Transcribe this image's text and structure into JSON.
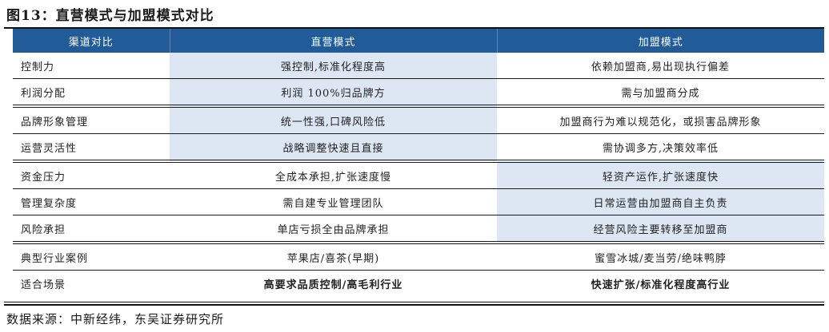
{
  "title": "图13：直营模式与加盟模式对比",
  "table": {
    "headers": [
      "渠道对比",
      "直营模式",
      "加盟模式"
    ],
    "rows": [
      {
        "label": "控制力",
        "direct": "强控制,标准化程度高",
        "franchise": "依赖加盟商,易出现执行偏差",
        "highlight": "direct"
      },
      {
        "label": "利润分配",
        "direct": "利润 100%归品牌方",
        "franchise": "需与加盟商分成",
        "highlight": "direct"
      },
      {
        "label": "品牌形象管理",
        "direct": "统一性强,口碑风险低",
        "franchise": "加盟商行为难以规范化，或损害品牌形象",
        "highlight": "direct"
      },
      {
        "label": "运营灵活性",
        "direct": "战略调整快速且直接",
        "franchise": "需协调多方,决策效率低",
        "highlight": "direct"
      },
      {
        "label": "资金压力",
        "direct": "全成本承担,扩张速度慢",
        "franchise": "轻资产运作,扩张速度快",
        "highlight": "franchise"
      },
      {
        "label": "管理复杂度",
        "direct": "需自建专业管理团队",
        "franchise": "日常运营由加盟商自主负责",
        "highlight": "franchise"
      },
      {
        "label": "风险承担",
        "direct": "单店亏损全由品牌承担",
        "franchise": "经营风险主要转移至加盟商",
        "highlight": "franchise"
      },
      {
        "label": "典型行业案例",
        "direct": "苹果店/喜茶(早期)",
        "franchise": "蜜雪冰城/麦当劳/绝味鸭脖",
        "highlight": "none"
      },
      {
        "label": "适合场景",
        "direct": "高要求品质控制/高毛利行业",
        "franchise": "快速扩张/标准化程度高行业",
        "highlight": "none"
      }
    ]
  },
  "colors": {
    "header_bg": "#215c98",
    "highlight_bg": "#dde7f4"
  },
  "source": "数据来源：中新经纬，东吴证券研究所"
}
